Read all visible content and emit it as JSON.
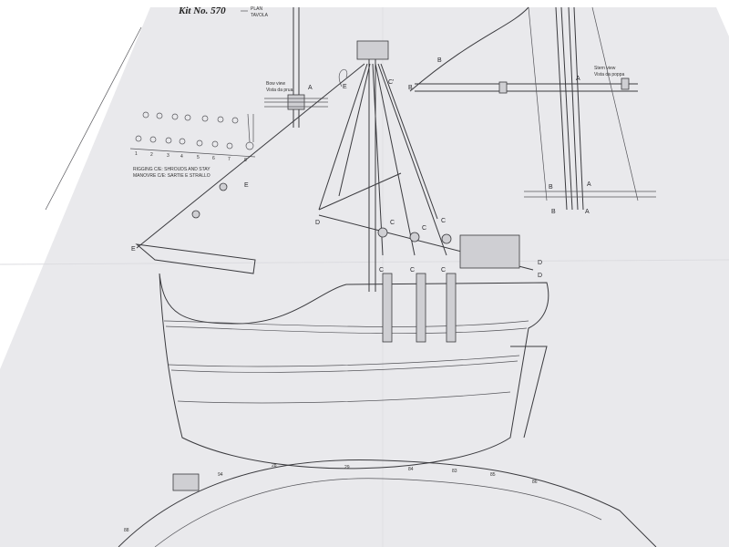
{
  "header": {
    "kit": "Kit No. 570",
    "plan_en": "PLAN",
    "plan_it": "TAVOLA"
  },
  "views": {
    "bow_en": "Bow view",
    "bow_it": "Vista da prua",
    "stern_en": "Stern view",
    "stern_it": "Vista da poppa"
  },
  "rigging": {
    "caption_en": "RIGGING C/E: SHROUDS AND STAY",
    "caption_it": "MANOVRE C/E: SARTIE E STRALLO",
    "steps": [
      "1",
      "2",
      "3",
      "4",
      "5",
      "6",
      "7",
      "8"
    ]
  },
  "letters": {
    "a": "A",
    "b": "B",
    "c": "C",
    "d": "D",
    "e": "E",
    "c_prime": "C'"
  },
  "parts": [
    "94",
    "28",
    "29",
    "84",
    "83",
    "85",
    "86",
    "88"
  ],
  "colors": {
    "paper": "#e9e9ec",
    "line": "#3a3a3e"
  }
}
